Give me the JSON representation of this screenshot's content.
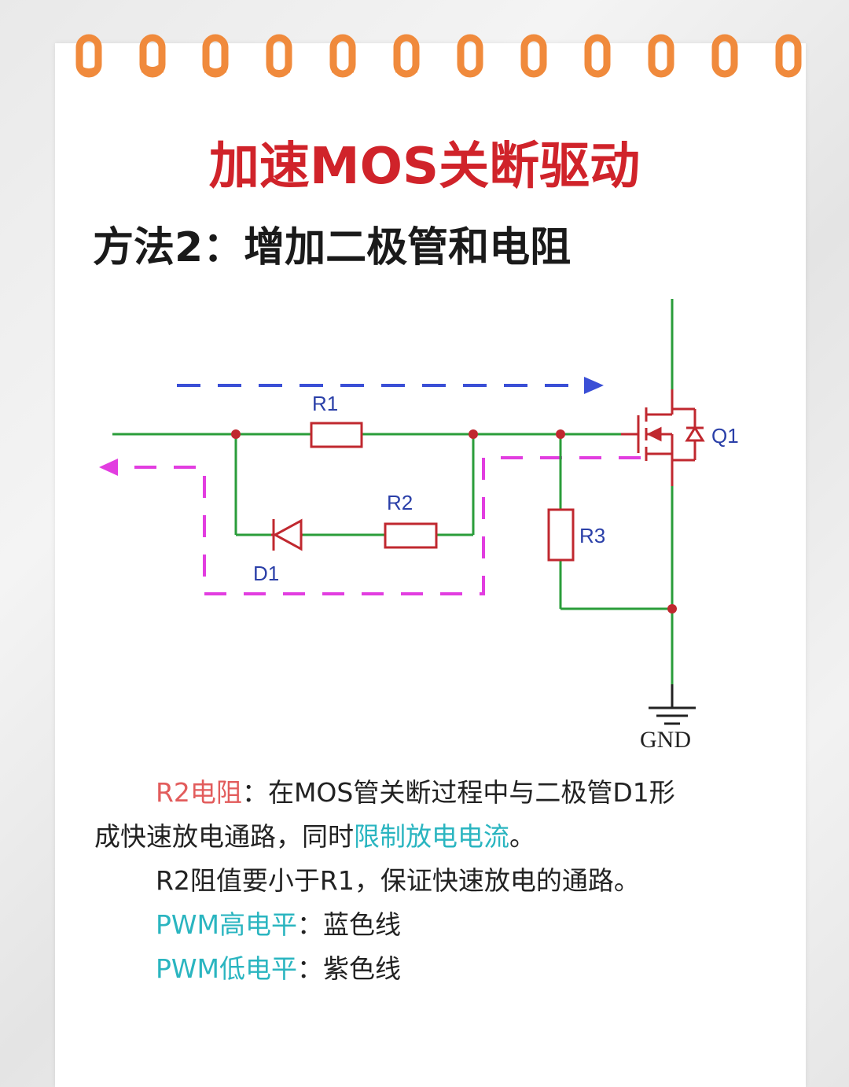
{
  "title": "加速MOS关断驱动",
  "subtitle": "方法2：增加二极管和电阻",
  "diagram": {
    "labels": {
      "r1": "R1",
      "r2": "R2",
      "r3": "R3",
      "d1": "D1",
      "q1": "Q1",
      "gnd": "GND"
    },
    "colors": {
      "wire": "#2a9d3a",
      "component": "#c0282f",
      "node": "#c0282f",
      "pwm_high_path": "#3a4fd6",
      "pwm_low_path": "#e23de0"
    }
  },
  "paragraph1": {
    "highlight_r2": "R2电阻",
    "line1_rest": "：在MOS管关断过程中与二极管D1形",
    "line2_start": "成快速放电通路，同时",
    "highlight_limit": "限制放电电流",
    "line2_end": "。"
  },
  "paragraph2": "R2阻值要小于R1，保证快速放电的通路。",
  "legend": {
    "high_label": "PWM高电平",
    "high_value": "：蓝色线",
    "low_label": "PWM低电平",
    "low_value": "：紫色线"
  },
  "accent_colors": {
    "title": "#d0232a",
    "r2_highlight": "#e25c5c",
    "teal_highlight": "#2ab5c0",
    "rings": "#f08a3c"
  }
}
